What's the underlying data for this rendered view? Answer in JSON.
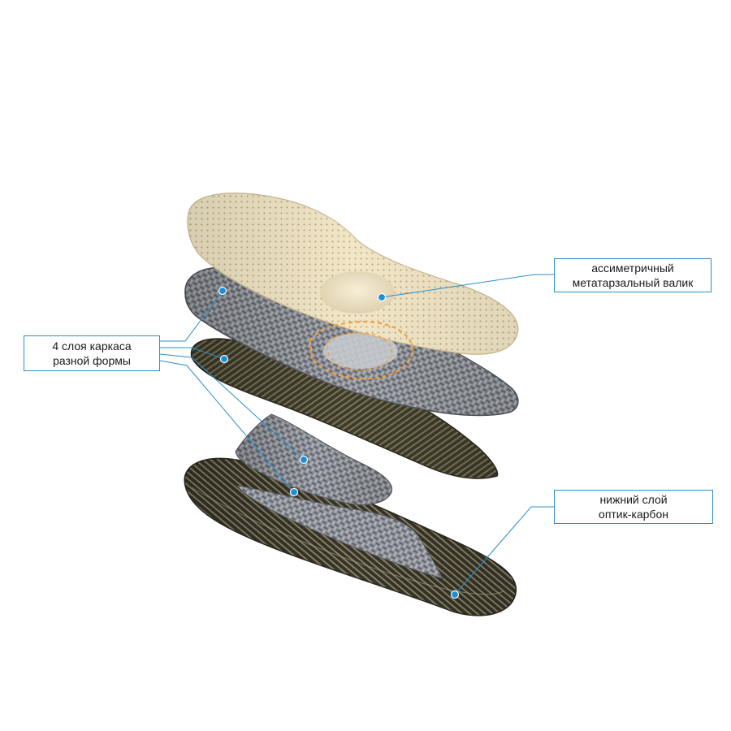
{
  "callouts": {
    "metatarsal": {
      "line1": "ассиметричный",
      "line2": "метатарзальный валик"
    },
    "frame": {
      "line1": "4 слоя каркаса",
      "line2": "разной формы"
    },
    "bottom": {
      "line1": "нижний слой",
      "line2": "оптик-карбон"
    }
  },
  "colors": {
    "accent_line": "#2a8fc9",
    "marker_dot": "#1b8fd3",
    "top_layer": "#f1e6c6",
    "mesh_layer": "#8d9097",
    "carbon_layer": "#4e4a36",
    "highlight_dash": "#f2a03a"
  }
}
